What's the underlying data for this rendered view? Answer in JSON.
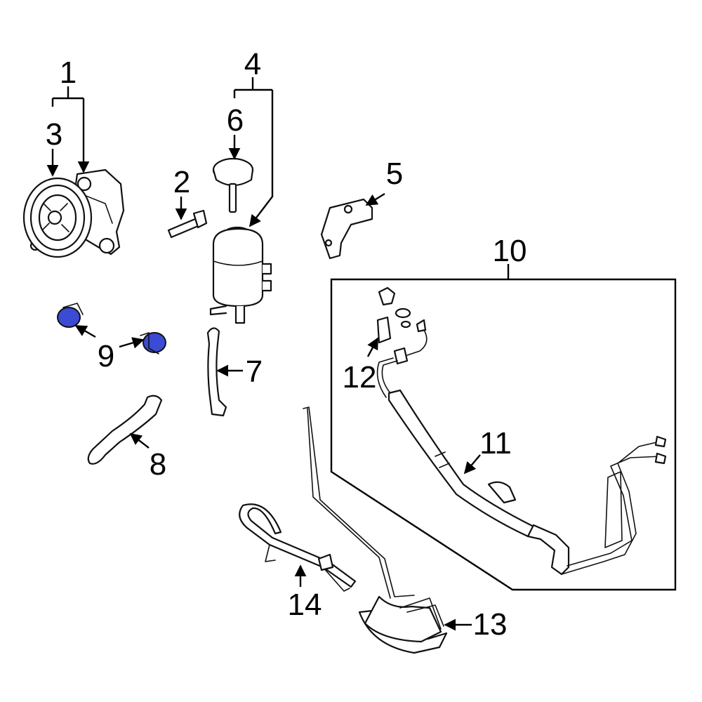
{
  "callouts": {
    "c1": "1",
    "c2": "2",
    "c3": "3",
    "c4": "4",
    "c5": "5",
    "c6": "6",
    "c7": "7",
    "c8": "8",
    "c9": "9",
    "c10": "10",
    "c11": "11",
    "c12": "12",
    "c13": "13",
    "c14": "14"
  },
  "colors": {
    "line": "#111111",
    "highlight": "#3b4bd4"
  },
  "icons": {
    "arrow": "arrow-icon"
  }
}
